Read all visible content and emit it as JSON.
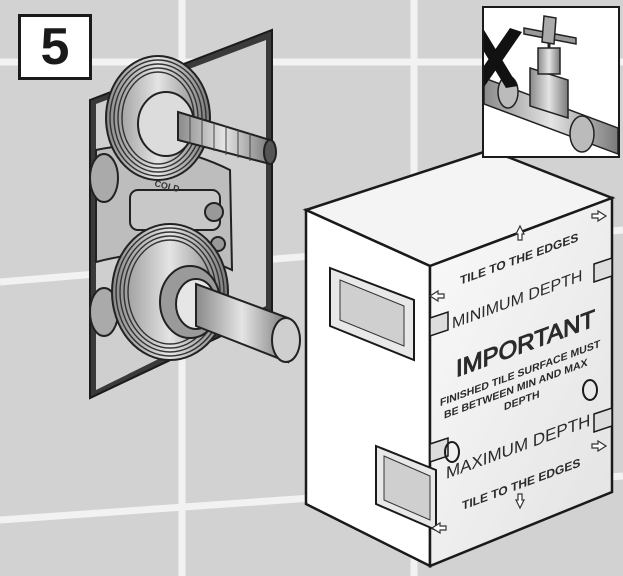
{
  "step": {
    "number": "5"
  },
  "warning_inset": {
    "symbol": "✗",
    "meaning": "do-not-shut-off-valve"
  },
  "spacer_box": {
    "label_tile_edges_top": "TILE TO THE EDGES",
    "label_min_depth": "MINIMUM DEPTH",
    "label_important": "IMPORTANT",
    "note_line1": "FINISHED TILE SURFACE MUST",
    "note_line2": "BE BETWEEN MIN AND MAX",
    "note_line3": "DEPTH",
    "label_max_depth": "MAXIMUM DEPTH",
    "label_tile_edges_bottom": "TILE TO THE EDGES"
  },
  "valve": {
    "body_marking": "COLD"
  }
}
